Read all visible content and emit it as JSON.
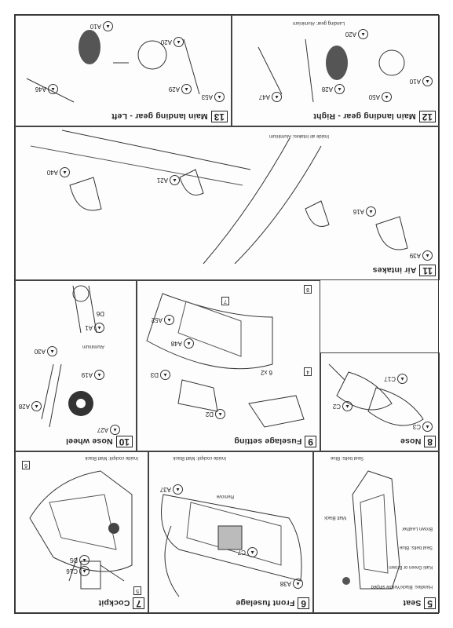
{
  "steps": {
    "s5": {
      "num": "5",
      "title": "Seat"
    },
    "s6": {
      "num": "6",
      "title": "Front fuselage"
    },
    "s7": {
      "num": "7",
      "title": "Cockpit"
    },
    "s8": {
      "num": "8",
      "title": "Nose"
    },
    "s9": {
      "num": "9",
      "title": "Fuselage setting"
    },
    "s10": {
      "num": "10",
      "title": "Nose wheel"
    },
    "s11": {
      "num": "11",
      "title": "Air intakes"
    },
    "s12": {
      "num": "12",
      "title": "Main landing gear - Right"
    },
    "s13": {
      "num": "13",
      "title": "Main landing gear - Left"
    }
  },
  "notes": {
    "seat_belts_blue": "Seat belts: Blue",
    "handles": "Handles: Black/Yellow striped",
    "khaki": "Kaki Green or Brown",
    "seat_belts": "Seat belts: Blue",
    "brown_leather": "Brown Leather",
    "matt_black": "Matt Black",
    "inside_cockpit_6": "Inside cockpit: Matt Black",
    "inside_cockpit_7": "Inside cockpit: Matt Black",
    "remove": "Remove",
    "aluminium_10": "Aluminium",
    "inside_air_intakes": "Inside air intakes: Aluminium",
    "landing_gear_aluminium": "Landing gear: Aluminium"
  },
  "parts": {
    "a37": "A37",
    "a38": "A38",
    "c7": "C7",
    "c16": "C16",
    "d5": "D5",
    "c2": "C2",
    "c3": "C3",
    "c17": "C17",
    "d2": "D2",
    "d3": "D3",
    "a48": "A48",
    "a52": "A52",
    "a1": "A1",
    "a19": "A19",
    "a27": "A27",
    "a28": "A28",
    "a30": "A30",
    "d6": "D6",
    "a16": "A16",
    "a21": "A21",
    "a39": "A39",
    "a40": "A40",
    "a10r": "A10",
    "a20r": "A20",
    "a28r": "A28",
    "a47": "A47",
    "a50": "A50",
    "a10l": "A10",
    "a20l": "A20",
    "a29": "A29",
    "a46": "A46",
    "a53": "A53"
  },
  "refs": {
    "b4": "4",
    "b5": "5",
    "b6": "6",
    "b7": "7",
    "b8": "8",
    "x2": "6 x2",
    "q": "?"
  }
}
